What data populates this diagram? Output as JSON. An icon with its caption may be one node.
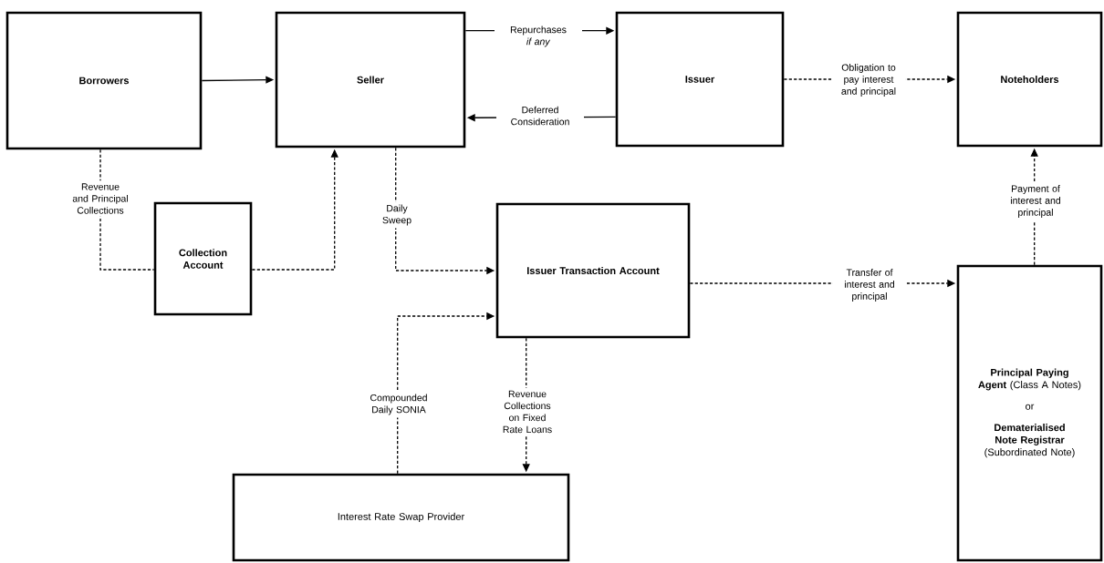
{
  "diagram": {
    "nodes": [
      {
        "text": [
          "Borrowers"
        ]
      },
      {
        "text": [
          "Seller"
        ]
      },
      {
        "text": [
          "Issuer"
        ]
      },
      {
        "text": [
          "Noteholders"
        ]
      },
      {
        "text": [
          "Collection Account"
        ]
      },
      {
        "text": [
          "Issuer Transaction Account"
        ]
      },
      {
        "text": [
          "**Principal Paying Agent** (Class A Notes)",
          "or",
          "**Dematerialised Note Registrar** (Subordinated Note)"
        ]
      },
      {
        "text": [
          "Interest Rate Swap Provider"
        ]
      }
    ],
    "edges": [
      {
        "from": 0,
        "to": 1,
        "arrow": "to"
      },
      {
        "from": 1,
        "to": 2,
        "arrow": "to",
        "label": "Repurchases *if any*"
      },
      {
        "from": 2,
        "to": 1,
        "arrow": "to",
        "label": "Deferred Consideration"
      },
      {
        "from": 2,
        "to": 3,
        "arrow": "to",
        "style": "dashed",
        "label": "Obligation to pay interest and principal"
      },
      {
        "from": 0,
        "to": 4,
        "arrow": "none",
        "style": "dashed",
        "label": "Revenue and Principal Collections"
      },
      {
        "from": 4,
        "to": 1,
        "arrow": "to",
        "style": "dashed"
      },
      {
        "from": 1,
        "to": 5,
        "arrow": "to",
        "style": "dashed",
        "label": "Daily Sweep"
      },
      {
        "from": 5,
        "to": 6,
        "arrow": "to",
        "style": "dashed",
        "label": "Transfer of interest and principal"
      },
      {
        "from": 7,
        "to": 5,
        "arrow": "to",
        "style": "dashed",
        "label": "Compounded Daily SONIA"
      },
      {
        "from": 5,
        "to": 7,
        "arrow": "to",
        "style": "dashed",
        "label": "Revenue Collections on Fixed Rate Loans"
      },
      {
        "from": 6,
        "to": 3,
        "arrow": "to",
        "style": "dashed",
        "label": "Payment of interest and principal"
      }
    ]
  }
}
